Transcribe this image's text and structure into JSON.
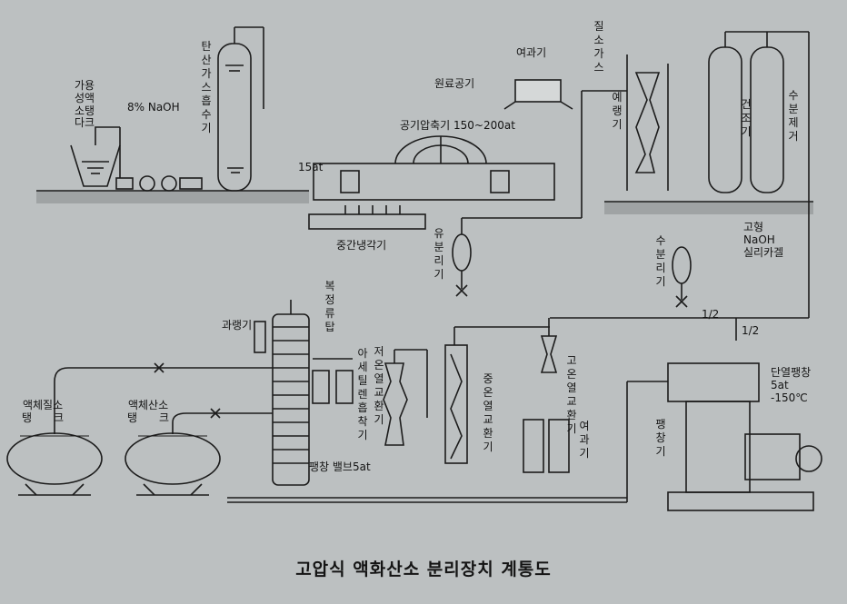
{
  "caption": "고압식 액화산소 분리장치 계통도",
  "labels": {
    "caustic_tank": [
      "가용",
      "성액",
      "소탱",
      "다크"
    ],
    "naoh": "8% NaOH",
    "co2_absorber": "탄산가스흡수기",
    "filter_top": "여과기",
    "raw_air": "원료공기",
    "compressor": "공기압축기 150~200at",
    "nitrogen_gas": "질소가스",
    "precooler": "예랭기",
    "dryer": "건조기",
    "water_removal": "수분제거",
    "p15at": "15at",
    "intercooler": "중간냉각기",
    "oil_separator": "유분리기",
    "water_separator": "수분리기",
    "solid_naoh": [
      "고형",
      "NaOH",
      "실리카겔"
    ],
    "half_a": "1/2",
    "half_b": "1/2",
    "rectifier": "복정류탑",
    "subcooler": "과랭기",
    "acetylene_adsorber": "아세틸렌흡착기",
    "low_temp_hx": "저온열교환기",
    "mid_temp_hx": "중온열교환기",
    "high_temp_hx": "고온열교환기",
    "filter_bottom": "여과기",
    "expander_cond": [
      "단열팽창",
      "5at",
      "-150℃"
    ],
    "expander": "팽창기",
    "exp_valve": "팽창 밸브5at",
    "liquid_n2_tank": [
      "액체질소",
      "탱　　크"
    ],
    "liquid_o2_tank": [
      "액체산소",
      "탱　　크"
    ]
  }
}
